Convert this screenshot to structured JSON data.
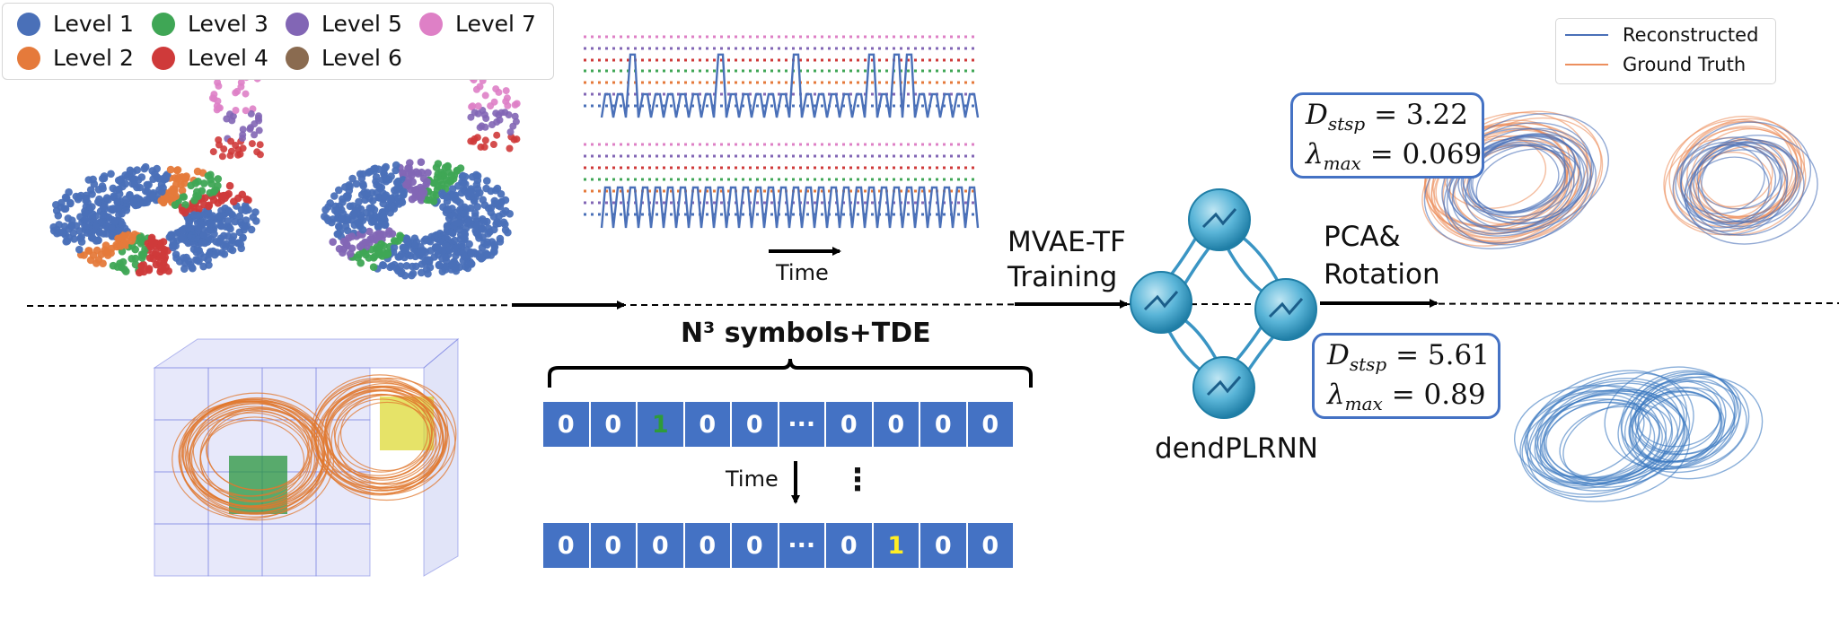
{
  "colors": {
    "level1": "#4a70b8",
    "level2": "#e57a3b",
    "level3": "#3fa655",
    "level4": "#cf3a3a",
    "level5": "#8266b5",
    "level6": "#8a6b50",
    "level7": "#de80c6",
    "cell_blue": "#4472c4",
    "recon_blue": "#4a70b8",
    "truth_orange": "#ec8f5e",
    "trace_blue": "#4a70b8",
    "node_blue": "#5ab5d8"
  },
  "legend": {
    "items": [
      {
        "label": "Level 1",
        "color": "#4a70b8"
      },
      {
        "label": "Level 3",
        "color": "#3fa655"
      },
      {
        "label": "Level 5",
        "color": "#8266b5"
      },
      {
        "label": "Level 7",
        "color": "#de80c6"
      },
      {
        "label": "Level 2",
        "color": "#e57a3b"
      },
      {
        "label": "Level 4",
        "color": "#cf3a3a"
      },
      {
        "label": "Level 6",
        "color": "#8a6b50"
      }
    ]
  },
  "recon_legend": {
    "reconstructed": "Reconstructed",
    "ground_truth": "Ground Truth"
  },
  "labels": {
    "time_top": "Time",
    "time_down": "Time",
    "symbols_title": "N³ symbols+TDE",
    "mvae_line1": "MVAE-TF",
    "mvae_line2": "Training",
    "network_name": "dendPLRNN",
    "pca_line1": "PCA&",
    "pca_line2": "Rotation",
    "vertical_ellipsis": "⋮"
  },
  "symbol_rows": [
    {
      "cells": [
        "0",
        "0",
        "1",
        "0",
        "0",
        "···",
        "0",
        "0",
        "0",
        "0"
      ],
      "highlight_index": 2,
      "highlight_color": "#2e9b3a"
    },
    {
      "cells": [
        "0",
        "0",
        "0",
        "0",
        "0",
        "···",
        "0",
        "1",
        "0",
        "0"
      ],
      "highlight_index": 7,
      "highlight_color": "#ffee22"
    }
  ],
  "metrics": [
    {
      "d_sym": "D",
      "d_sub": "stsp",
      "d_val": "= 3.22",
      "l_sym": "λ",
      "l_sub": "max",
      "l_val": "= 0.069"
    },
    {
      "d_sym": "D",
      "d_sub": "stsp",
      "d_val": "= 5.61",
      "l_sym": "λ",
      "l_sub": "max",
      "l_val": "= 0.89"
    }
  ]
}
